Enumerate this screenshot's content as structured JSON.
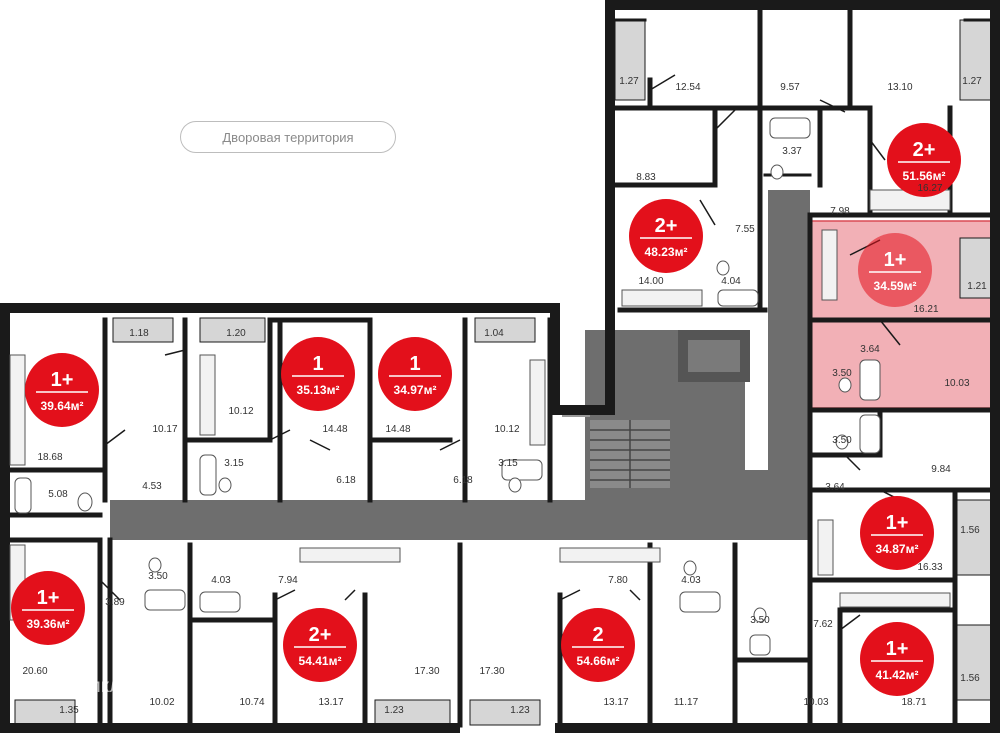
{
  "yard_label": "Дворовая территория",
  "watermark": "Домклик",
  "colors": {
    "wall": "#1a1a1a",
    "corridor": "#6e6e6e",
    "badge": "#e3101b",
    "highlight": "#e8707a",
    "balcony": "#d6d6d6"
  },
  "units": [
    {
      "id": "u1",
      "rooms": "1+",
      "area": "39.64м²",
      "highlighted": false
    },
    {
      "id": "u2",
      "rooms": "1",
      "area": "35.13м²",
      "highlighted": false
    },
    {
      "id": "u3",
      "rooms": "1",
      "area": "34.97м²",
      "highlighted": false
    },
    {
      "id": "u4",
      "rooms": "2+",
      "area": "48.23м²",
      "highlighted": false
    },
    {
      "id": "u5",
      "rooms": "2+",
      "area": "51.56м²",
      "highlighted": false
    },
    {
      "id": "u6",
      "rooms": "1+",
      "area": "34.59м²",
      "highlighted": true
    },
    {
      "id": "u7",
      "rooms": "1+",
      "area": "34.87м²",
      "highlighted": false
    },
    {
      "id": "u8",
      "rooms": "1+",
      "area": "41.42м²",
      "highlighted": false
    },
    {
      "id": "u9",
      "rooms": "1+",
      "area": "39.36м²",
      "highlighted": false
    },
    {
      "id": "u10",
      "rooms": "2+",
      "area": "54.41м²",
      "highlighted": false
    },
    {
      "id": "u11",
      "rooms": "2",
      "area": "54.66м²",
      "highlighted": false
    }
  ],
  "room_areas": [
    "1.27",
    "12.54",
    "9.57",
    "13.10",
    "1.27",
    "8.83",
    "3.37",
    "16.27",
    "7.98",
    "7.55",
    "14.00",
    "4.04",
    "16.21",
    "1.21",
    "3.64",
    "3.50",
    "10.03",
    "1.18",
    "1.20",
    "1.04",
    "10.17",
    "10.12",
    "14.48",
    "14.48",
    "10.12",
    "18.68",
    "3.15",
    "3.15",
    "4.53",
    "6.18",
    "6.18",
    "5.08",
    "3.50",
    "9.84",
    "3.64",
    "1.56",
    "16.33",
    "3.50",
    "3.89",
    "4.03",
    "7.94",
    "7.80",
    "4.03",
    "3.50",
    "7.62",
    "1.56",
    "20.60",
    "17.30",
    "17.30",
    "1.35",
    "10.02",
    "10.74",
    "13.17",
    "1.23",
    "1.23",
    "13.17",
    "11.17",
    "10.03",
    "18.71"
  ]
}
